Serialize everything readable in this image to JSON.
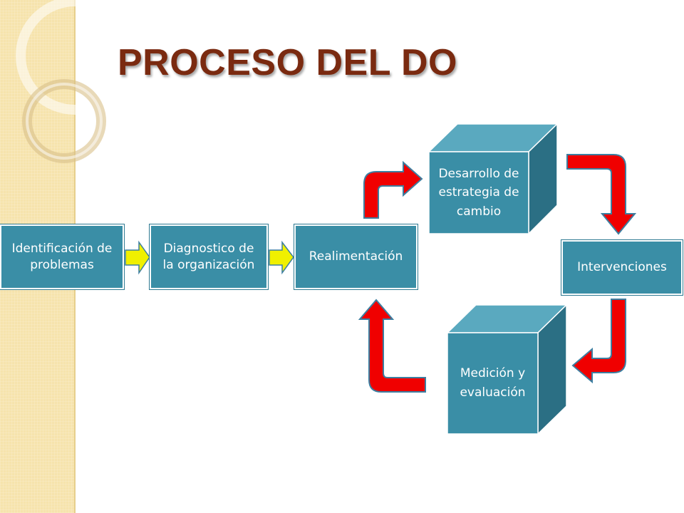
{
  "title": "PROCESO DEL DO",
  "nodes": {
    "identificacion": "Identificación de problemas",
    "diagnostico": "Diagnostico de la organización",
    "realimentacion": "Realimentación",
    "desarrollo": "Desarrollo de estrategia de cambio",
    "intervenciones": "Intervenciones",
    "medicion": "Medición y evaluación"
  },
  "colors": {
    "box": "#3a8ea6",
    "cube_side": "#2b6f84",
    "cube_top": "#5aa9bf",
    "arrow_yellow": "#f0f000",
    "arrow_red": "#f00000",
    "arrow_outline": "#3d7ea0",
    "title": "#7a2a10",
    "stripe": "#f6e3ac"
  }
}
